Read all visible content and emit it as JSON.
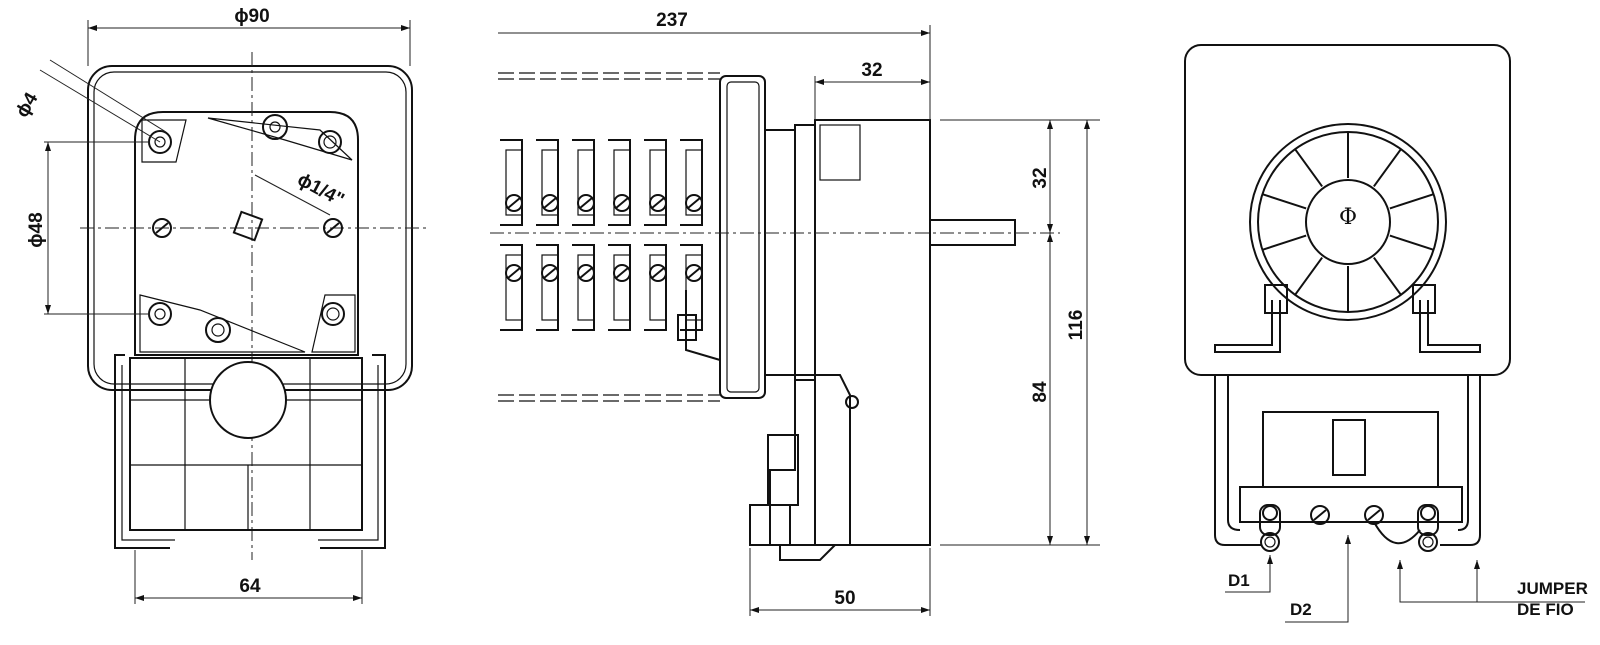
{
  "front_view": {
    "dim_width": "ϕ90",
    "dim_hole": "ϕ4",
    "dim_bolt_circle": "ϕ48",
    "dim_shaft": "ϕ1/4\"",
    "dim_bottom": "64"
  },
  "side_view": {
    "dim_total_length": "237",
    "dim_body_depth": "32",
    "dim_top": "32",
    "dim_height": "116",
    "dim_lower": "84",
    "dim_base": "50"
  },
  "rear_view": {
    "symbol": "Φ",
    "label_d1": "D1",
    "label_d2": "D2",
    "label_jumper_line1": "JUMPER",
    "label_jumper_line2": "DE FIO"
  },
  "terminal_columns": 6
}
